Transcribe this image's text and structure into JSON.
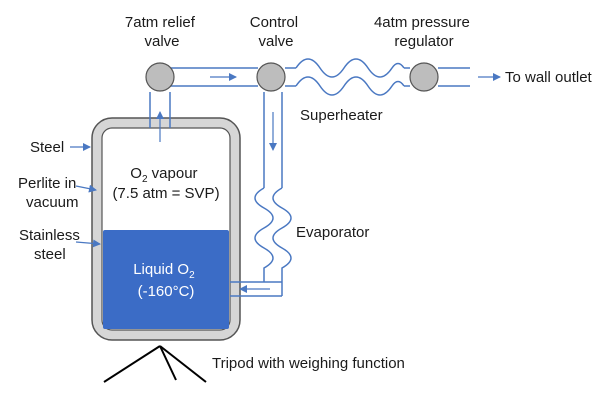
{
  "labels": {
    "relief_valve": [
      "7atm relief",
      "valve"
    ],
    "control_valve": [
      "Control",
      "valve"
    ],
    "pressure_regulator": [
      "4atm pressure",
      "regulator"
    ],
    "wall_outlet": "To wall outlet",
    "superheater": "Superheater",
    "evaporator": "Evaporator",
    "steel": "Steel",
    "perlite": [
      "Perlite in",
      "vacuum"
    ],
    "stainless": [
      "Stainless",
      "steel"
    ],
    "vapour": {
      "o": "O",
      "sub": "2",
      "rest": " vapour",
      "line2": "(7.5 atm = SVP)"
    },
    "liquid": {
      "text": "Liquid O",
      "sub": "2",
      "line2": "(-160°C)"
    },
    "tripod": "Tripod with weighing function"
  },
  "colors": {
    "pipe": "#4a78c2",
    "liquid": "#3b6cc6",
    "valve": "#bdbdbd",
    "tank_wall": "#d0d0d0",
    "outline": "#555555",
    "arrow": "#4a78c2"
  }
}
